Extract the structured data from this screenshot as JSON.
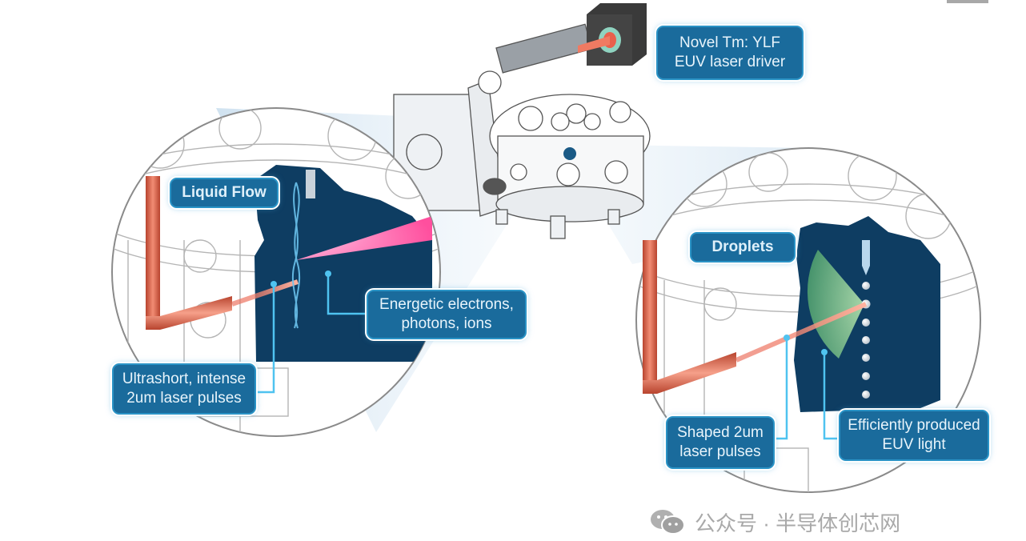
{
  "diagram": {
    "labels": {
      "driver": [
        "Novel Tm: YLF",
        "EUV laser driver"
      ],
      "liquid_flow": "Liquid Flow",
      "energetic": [
        "Energetic electrons,",
        "photons, ions"
      ],
      "ultrashort": [
        "Ultrashort, intense",
        "2um laser pulses"
      ],
      "droplets": "Droplets",
      "shaped": [
        "Shaped 2um",
        "laser pulses"
      ],
      "euv_light": [
        "Efficiently produced",
        "EUV light"
      ]
    },
    "colors": {
      "callout_fill": "#1a6b9c",
      "callout_border": "#2a93c6",
      "chamber_interior": "#0e3d62",
      "laser_red": "#e8604c",
      "plasma_pink": "#ff5fa8",
      "euv_green": "#6bbf8a",
      "linework": "#9a9a9a"
    }
  },
  "watermark": {
    "icon": "wechat-icon",
    "text": "公众号 · 半导体创芯网"
  }
}
